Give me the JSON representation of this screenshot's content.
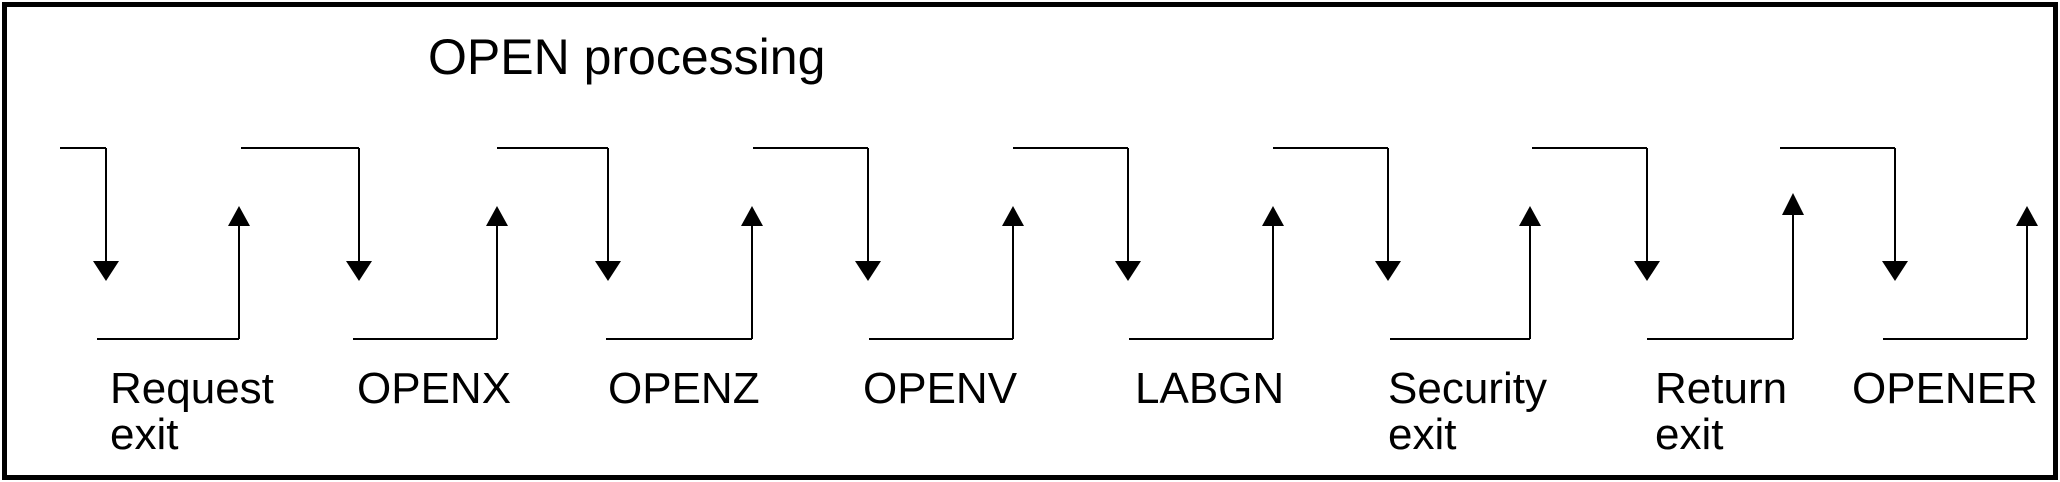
{
  "diagram": {
    "title": "OPEN processing",
    "colors": {
      "stroke": "#000000",
      "background": "#ffffff",
      "border": "#000000"
    },
    "steps": [
      {
        "label": "Request\nexit"
      },
      {
        "label": "OPENX"
      },
      {
        "label": "OPENZ"
      },
      {
        "label": "OPENV"
      },
      {
        "label": "LABGN"
      },
      {
        "label": "Security\nexit"
      },
      {
        "label": "Return\nexit"
      },
      {
        "label": "OPENER"
      }
    ]
  }
}
